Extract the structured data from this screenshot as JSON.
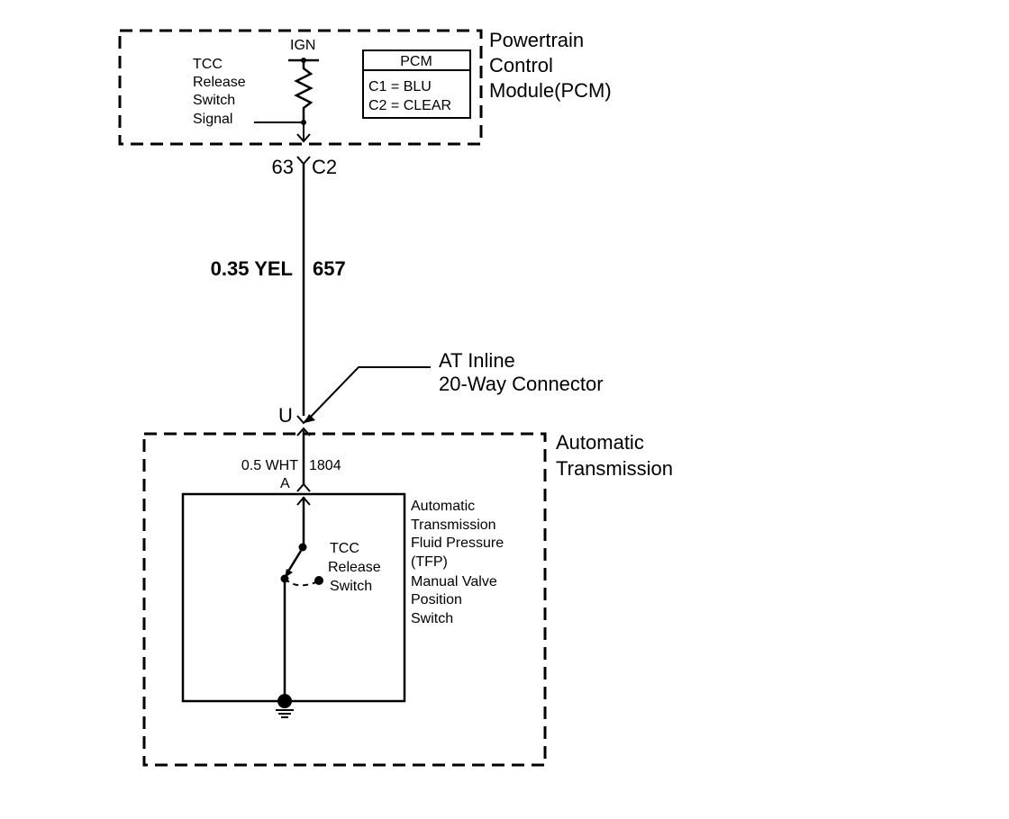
{
  "pcm": {
    "ign": "IGN",
    "signal_label": [
      "TCC",
      "Release",
      "Switch",
      "Signal"
    ],
    "box_title": "PCM",
    "box_lines": [
      "C1 = BLU",
      "C2 = CLEAR"
    ],
    "module_label": [
      "Powertrain",
      "Control",
      "Module(PCM)"
    ]
  },
  "connector_top": {
    "pin": "63",
    "id": "C2"
  },
  "wire_upper": {
    "gauge_color": "0.35 YEL",
    "circuit": "657"
  },
  "inline_connector": {
    "pin": "U",
    "label": [
      "AT Inline",
      "20-Way Connector"
    ]
  },
  "transmission": {
    "label": [
      "Automatic",
      "Transmission"
    ],
    "wire_gauge_color": "0.5 WHT",
    "wire_circuit": "1804",
    "pin": "A",
    "switch_assembly_label": [
      "Automatic",
      "Transmission",
      "Fluid Pressure",
      "(TFP)",
      "Manual Valve",
      "Position",
      "Switch"
    ],
    "tcc_switch_label": [
      "TCC",
      "Release",
      "Switch"
    ]
  }
}
